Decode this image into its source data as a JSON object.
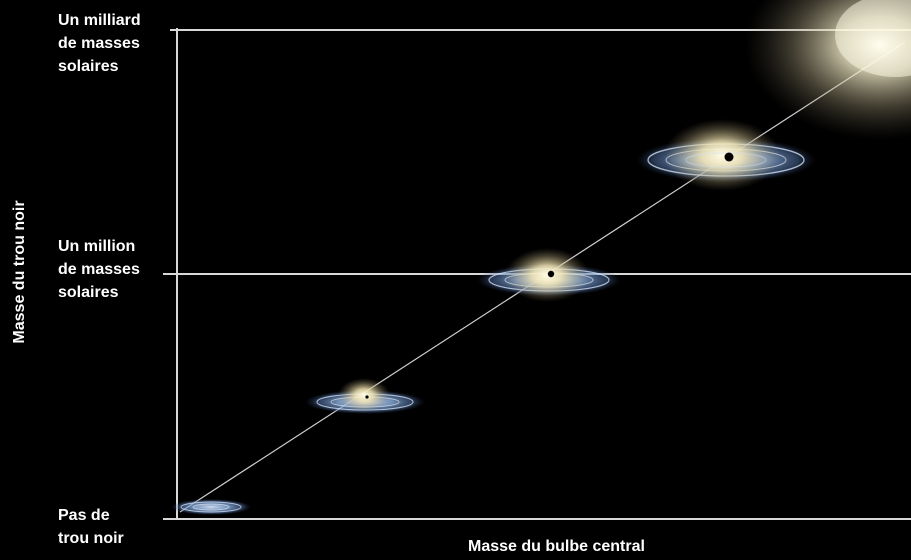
{
  "labels": {
    "top": [
      "Un milliard",
      "de masses",
      "solaires"
    ],
    "middle": [
      "Un million",
      "de masses",
      "solaires"
    ],
    "bottom": [
      "Pas de",
      "trou noir"
    ]
  },
  "axes": {
    "x_title": "Masse du bulbe central",
    "y_title": "Masse du trou noir"
  },
  "colors": {
    "background": "#000000",
    "lines": "#d8d8d8",
    "disk_blue": "#8fb4e6",
    "bulge_glow": "#fff4c8"
  },
  "galaxies": [
    {
      "name": "galaxy-no-black-hole",
      "has_core": false
    },
    {
      "name": "galaxy-small",
      "has_core": true
    },
    {
      "name": "galaxy-million",
      "has_core": true
    },
    {
      "name": "galaxy-large",
      "has_core": true
    },
    {
      "name": "galaxy-billion",
      "has_core": false
    }
  ]
}
